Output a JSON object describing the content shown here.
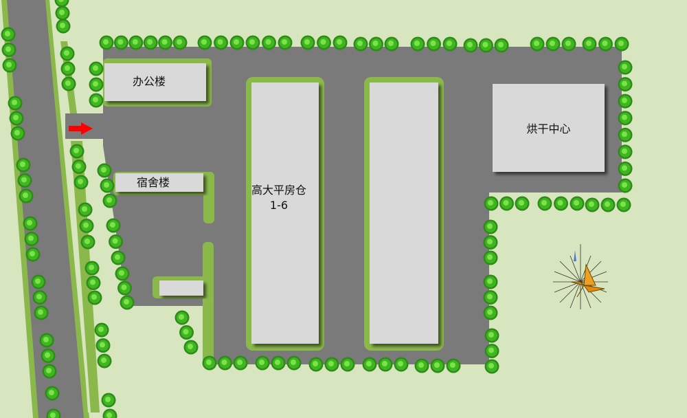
{
  "buildings": [
    {
      "id": "office",
      "label": "办公楼"
    },
    {
      "id": "dorm",
      "label": "宿舍楼"
    },
    {
      "id": "warehouse",
      "label": "高大平房仓",
      "sublabel": "1-6"
    },
    {
      "id": "dryer",
      "label": "烘干中心"
    }
  ],
  "entrance_arrow": {
    "color": "#ff0000",
    "icon": "right-arrow"
  },
  "compass": {
    "icon": "compass-rose"
  },
  "colors": {
    "background": "#d8e6c0",
    "road": "#7a7a7a",
    "building": "#d9d9d9",
    "building_border": "#8ab84a",
    "tree": "#3fb61f"
  }
}
